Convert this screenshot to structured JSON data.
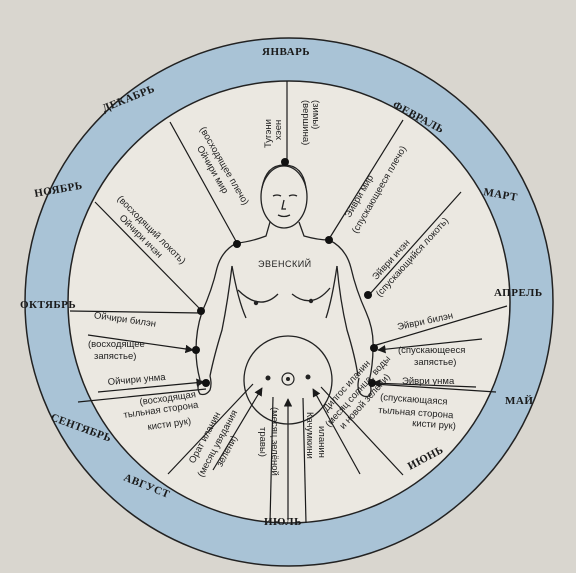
{
  "months": {
    "jan": "ЯНВАРЬ",
    "feb": "ФЕВРАЛЬ",
    "mar": "МАРТ",
    "apr": "АПРЕЛЬ",
    "may": "МАЙ",
    "jun": "ИЮНЬ",
    "jul": "ИЮЛЬ",
    "aug": "АВГУСТ",
    "sep": "СЕНТЯБРЬ",
    "oct": "ОКТЯБРЬ",
    "nov": "НОЯБРЬ",
    "dec": "ДЕКАБРЬ"
  },
  "center_label": "ЭВЕНСКИЙ",
  "labels": {
    "crown_a": "Тугэни",
    "crown_b": "хэен",
    "crown_c": "(вершина)",
    "crown_d": "(зимы)",
    "l_shoulder_a": "Ойчири мир",
    "l_shoulder_b": "(восходящее плечо)",
    "r_shoulder_a": "Эйври мир",
    "r_shoulder_b": "(спускающееся плечо)",
    "l_elbow_a": "Ойчири ичэн",
    "l_elbow_b": "(восходящий локоть)",
    "r_elbow_a": "Эйври ичэн",
    "r_elbow_b": "(спускающийся локоть)",
    "l_wrist_a": "Ойчири билэн",
    "l_wrist_b": "(восходящее",
    "l_wrist_c": "запястье)",
    "r_wrist_a": "Эйври билэн",
    "r_wrist_b": "(спускающееся",
    "r_wrist_c": "запястье)",
    "l_hand_a": "Ойчири унма",
    "l_hand_b": "(восходящая",
    "l_hand_c": "тыльная сторона",
    "l_hand_d": "кисти рук)",
    "r_hand_a": "Эйври унма",
    "r_hand_b": "(спускающаяся",
    "r_hand_c": "тыльная сторона",
    "r_hand_d": "кисти рук)",
    "aug_a": "Орат иланин",
    "aug_b": "(месяц увядания",
    "aug_c": "зелени)",
    "jul_a": "(месяц зелёной",
    "jul_b": "травы)",
    "jul2_a": "Качумкини",
    "jul2_b": "иланин",
    "jun_a": "Дилгос иланин",
    "jun_b": "(месяц солнца, воды",
    "jun_c": "и новой зелени)"
  }
}
